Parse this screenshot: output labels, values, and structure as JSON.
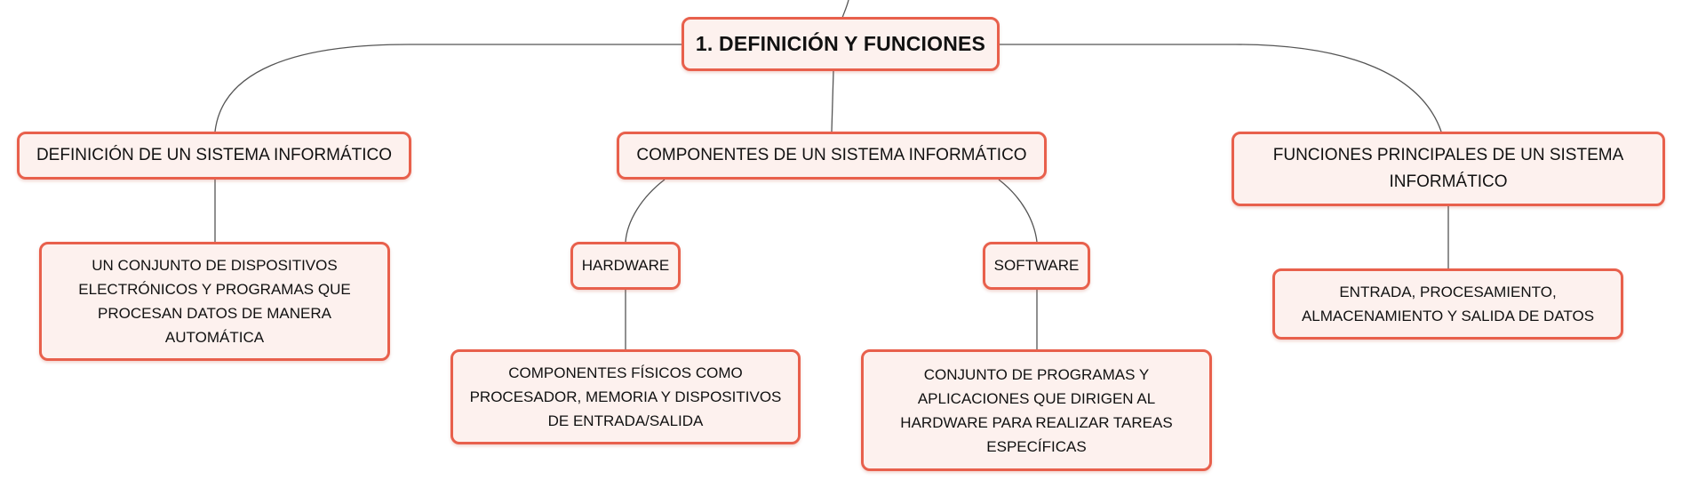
{
  "diagram": {
    "root": "1. DEFINICIÓN Y FUNCIONES",
    "definicion": {
      "title": "DEFINICIÓN DE UN SISTEMA INFORMÁTICO",
      "detail": "UN CONJUNTO DE DISPOSITIVOS ELECTRÓNICOS Y PROGRAMAS QUE PROCESAN DATOS DE MANERA AUTOMÁTICA"
    },
    "componentes": {
      "title": "COMPONENTES DE UN SISTEMA INFORMÁTICO",
      "hardware": {
        "title": "HARDWARE",
        "detail": "COMPONENTES FÍSICOS COMO PROCESADOR, MEMORIA Y DISPOSITIVOS DE ENTRADA/SALIDA"
      },
      "software": {
        "title": "SOFTWARE",
        "detail": "CONJUNTO DE PROGRAMAS Y APLICACIONES QUE DIRIGEN AL HARDWARE PARA REALIZAR TAREAS ESPECÍFICAS"
      }
    },
    "funciones": {
      "title": "FUNCIONES PRINCIPALES DE UN SISTEMA INFORMÁTICO",
      "detail": "ENTRADA, PROCESAMIENTO, ALMACENAMIENTO Y SALIDA DE DATOS"
    },
    "colors": {
      "node_border": "#e8604c",
      "node_fill": "#fdf1ee",
      "connector": "#555555",
      "text": "#111111"
    }
  }
}
